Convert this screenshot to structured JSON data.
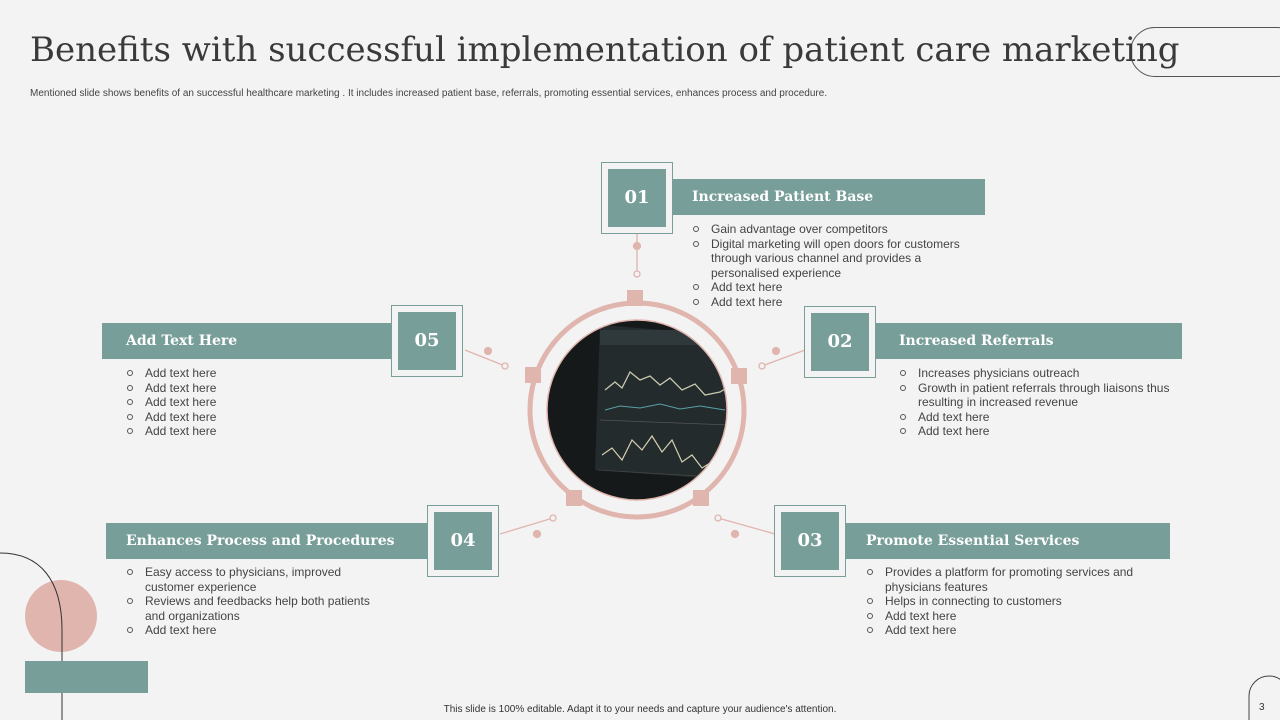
{
  "title": "Benefits with successful implementation of patient care marketing",
  "subtitle": "Mentioned slide shows benefits of an successful healthcare marketing . It includes increased patient base, referrals, promoting essential services, enhances process and procedure.",
  "items": [
    {
      "num": "01",
      "heading": "Increased Patient Base",
      "points": [
        "Gain advantage over competitors",
        "Digital marketing will open doors for customers through various channel and provides a personalised experience",
        "Add text here",
        "Add text here"
      ]
    },
    {
      "num": "02",
      "heading": "Increased Referrals",
      "points": [
        "Increases physicians outreach",
        "Growth in patient referrals through liaisons thus resulting in increased revenue",
        "Add text here",
        "Add text here"
      ]
    },
    {
      "num": "03",
      "heading": "Promote Essential Services",
      "points": [
        "Provides a platform for promoting services and physicians features",
        "Helps in connecting to customers",
        "Add text here",
        "Add text here"
      ]
    },
    {
      "num": "04",
      "heading": "Enhances Process and Procedures",
      "points": [
        "Easy access to physicians, improved customer experience",
        "Reviews and feedbacks help both patients and organizations",
        "Add text here"
      ]
    },
    {
      "num": "05",
      "heading": "Add Text Here",
      "points": [
        "Add text here",
        "Add text here",
        "Add text here",
        "Add text here",
        "Add text here"
      ]
    }
  ],
  "footer": "This slide is 100% editable. Adapt it to your needs and capture your audience's attention.",
  "page_number": "3",
  "colors": {
    "accent": "#779e98",
    "ring": "#e0b5ae",
    "background": "#f3f3f3"
  }
}
